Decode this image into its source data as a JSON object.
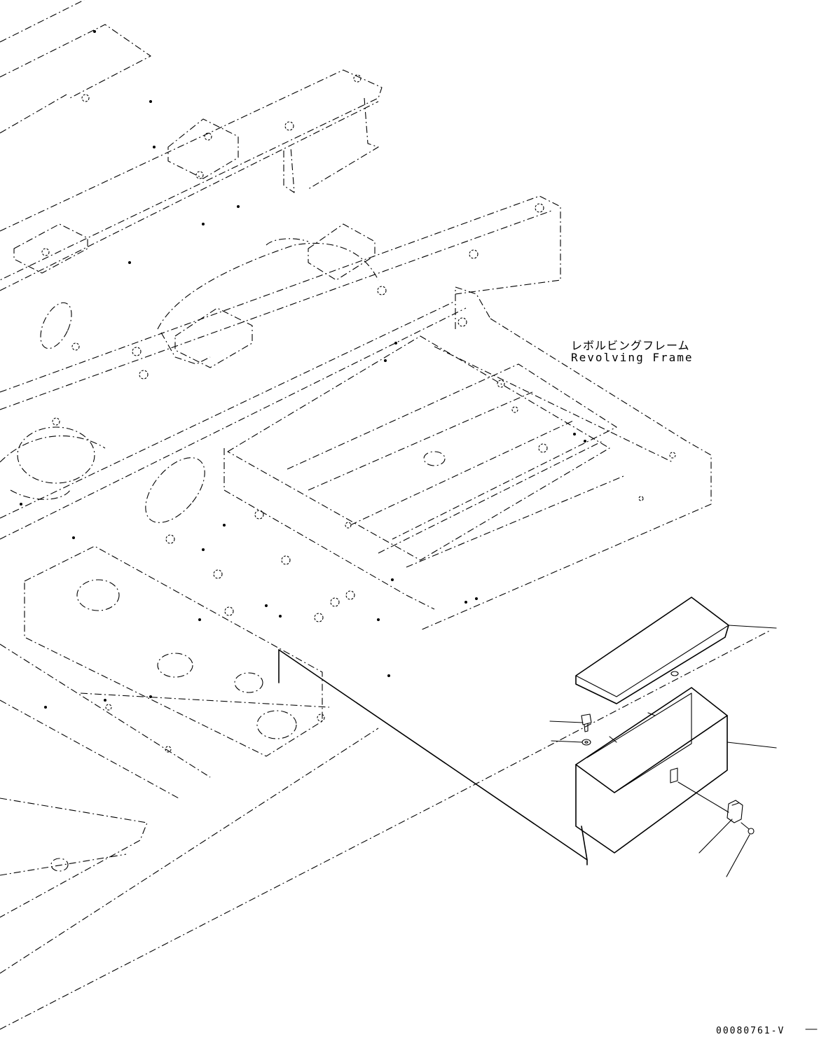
{
  "labels": {
    "part_name_jp": "レボルビングフレーム",
    "part_name_en": "Revolving Frame",
    "drawing_number": "00080761-V"
  }
}
